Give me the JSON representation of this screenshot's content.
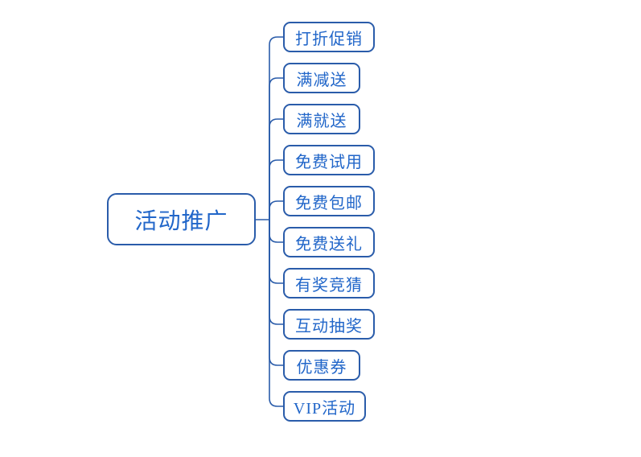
{
  "colors": {
    "line": "#2A5CAA",
    "border": "#2A5CAA",
    "text": "#2166C9",
    "bg": "#FFFFFF"
  },
  "mindmap": {
    "root": {
      "label": "活动推广"
    },
    "children": [
      {
        "label": "打折促销"
      },
      {
        "label": "满减送"
      },
      {
        "label": "满就送"
      },
      {
        "label": "免费试用"
      },
      {
        "label": "免费包邮"
      },
      {
        "label": "免费送礼"
      },
      {
        "label": "有奖竞猜"
      },
      {
        "label": "互动抽奖"
      },
      {
        "label": "优惠券"
      },
      {
        "label": "VIP活动"
      }
    ]
  }
}
